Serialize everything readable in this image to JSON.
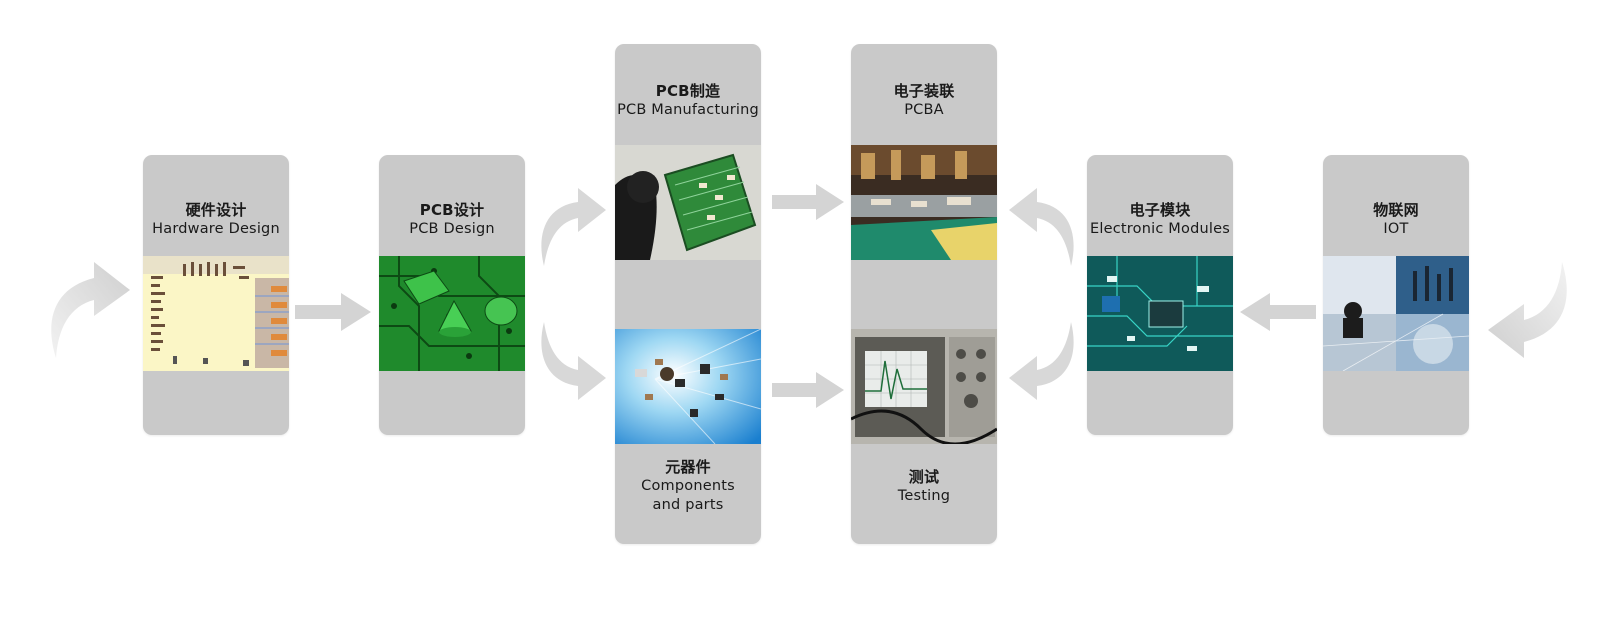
{
  "stages": {
    "hardware_design": {
      "zh": "硬件设计",
      "en": "Hardware Design"
    },
    "pcb_design": {
      "zh": "PCB设计",
      "en": "PCB Design"
    },
    "pcb_manufacturing": {
      "zh": "PCB制造",
      "en": "PCB Manufacturing"
    },
    "components": {
      "zh": "元器件",
      "en": "Components and parts"
    },
    "pcba": {
      "zh": "电子装联",
      "en": "PCBA"
    },
    "testing": {
      "zh": "测试",
      "en": "Testing"
    },
    "electronic_modules": {
      "zh": "电子模块",
      "en": "Electronic Modules"
    },
    "iot": {
      "zh": "物联网",
      "en": "IOT"
    }
  },
  "colors": {
    "card": "#c9c9c9",
    "arrow": "#d4d4d4",
    "text": "#1a1a1a"
  }
}
